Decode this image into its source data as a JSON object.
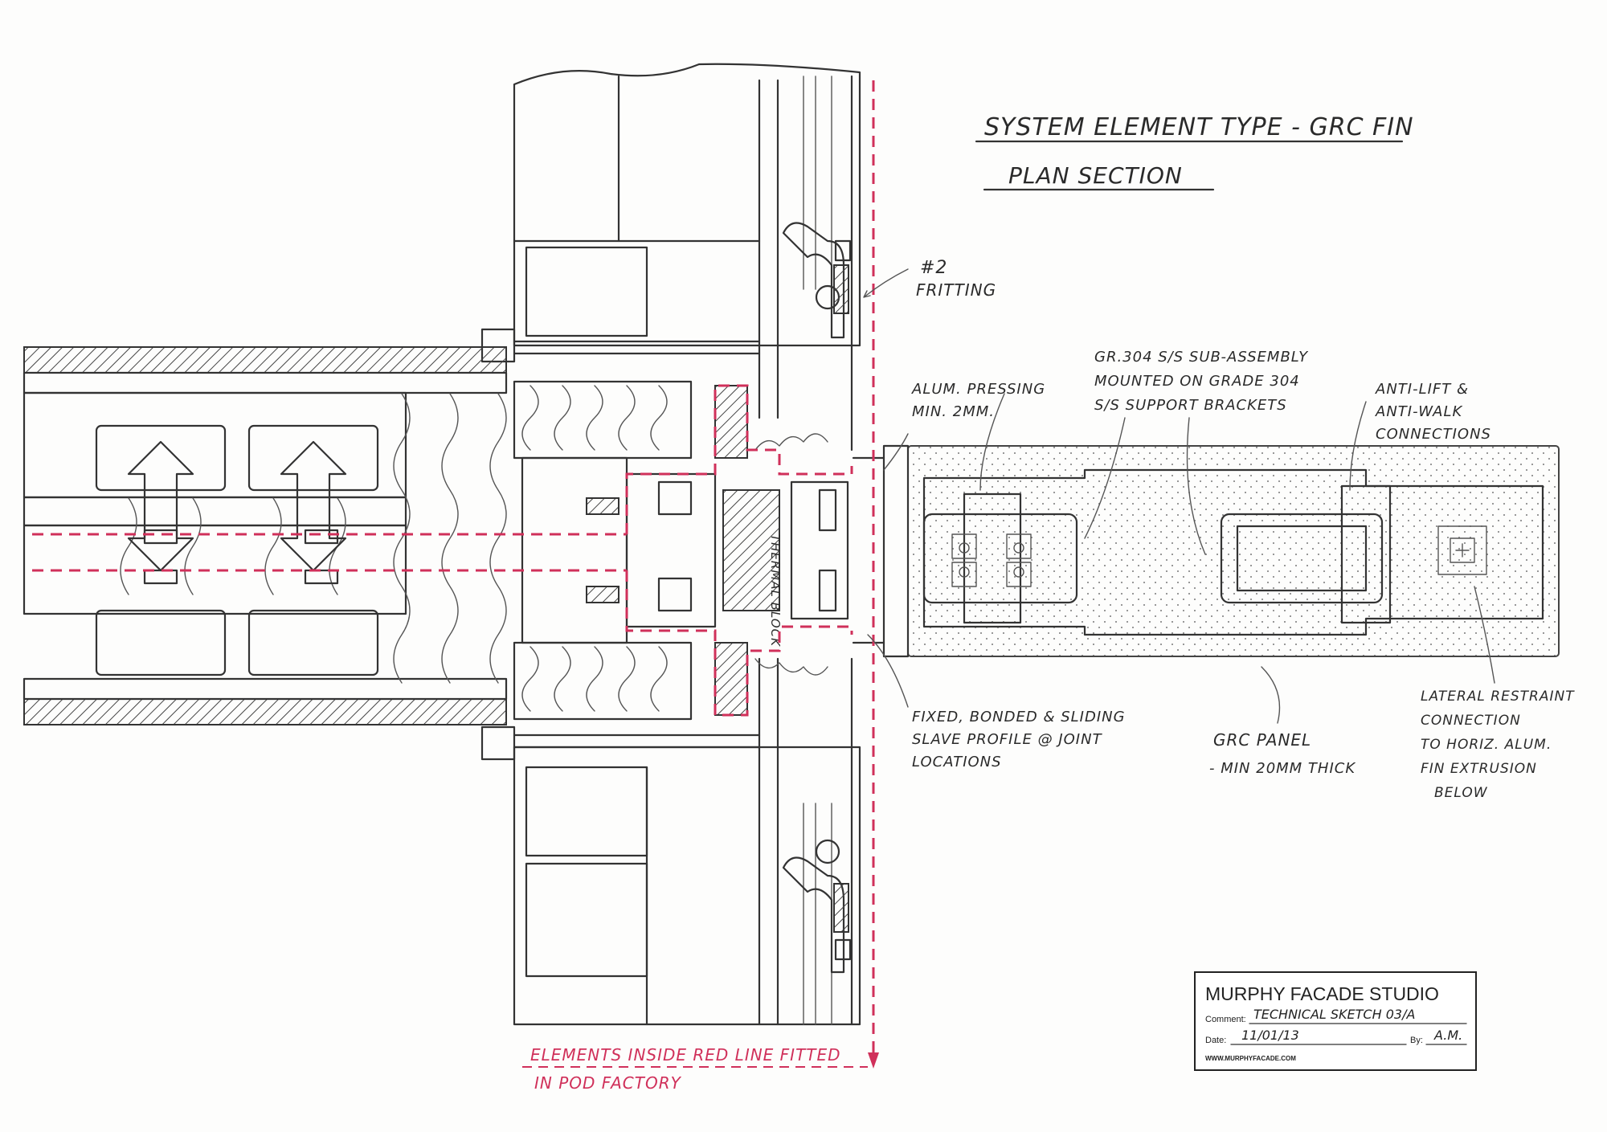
{
  "heading": {
    "title": "SYSTEM ELEMENT TYPE - GRC FIN",
    "subtitle": "PLAN SECTION"
  },
  "annotations": {
    "fritting": [
      "#2",
      "FRITTING"
    ],
    "alum_pressing": [
      "ALUM. PRESSING",
      "MIN. 2MM."
    ],
    "sub_assembly": [
      "GR.304 S/S SUB-ASSEMBLY",
      "MOUNTED ON GRADE 304",
      "S/S SUPPORT BRACKETS"
    ],
    "anti_lift": [
      "ANTI-LIFT &",
      "ANTI-WALK",
      "CONNECTIONS"
    ],
    "slave_profile": [
      "FIXED, BONDED & SLIDING",
      "SLAVE PROFILE @ JOINT",
      "LOCATIONS"
    ],
    "grc_panel": [
      "GRC PANEL",
      "- MIN 20MM THICK"
    ],
    "lateral_restraint": [
      "LATERAL RESTRAINT",
      "CONNECTION",
      "TO HORIZ. ALUM.",
      "FIN EXTRUSION",
      "BELOW"
    ],
    "thermal_block": "THERMAL BLOCK",
    "red_note": [
      "ELEMENTS INSIDE RED LINE FITTED",
      "IN POD FACTORY"
    ]
  },
  "title_block": {
    "studio": "MURPHY FACADE STUDIO",
    "comment_label": "Comment:",
    "comment_value": "TECHNICAL SKETCH 03/A",
    "date_label": "Date:",
    "date_value": "11/01/13",
    "by_label": "By:",
    "by_value": "A.M.",
    "website": "WWW.MURPHYFACADE.COM"
  },
  "colors": {
    "ink": "#333333",
    "red_line": "#d0305a",
    "paper": "#fdfdfc"
  }
}
